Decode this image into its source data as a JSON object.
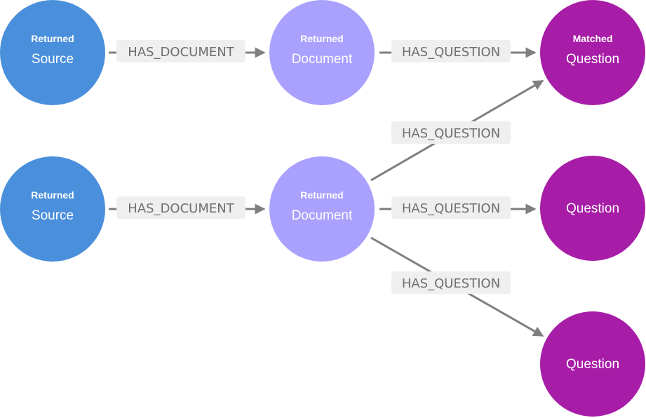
{
  "colors": {
    "source": "#4a8fdb",
    "document": "#a9a1fd",
    "question": "#a71da7",
    "edge": "#7f7f7f",
    "edge_label_bg": "#efefef",
    "edge_label_text": "#6f6f6f"
  },
  "nodes": [
    {
      "id": "source-1",
      "kind": "source",
      "sublabel": "Returned",
      "label": "Source"
    },
    {
      "id": "document-1",
      "kind": "document",
      "sublabel": "Returned",
      "label": "Document"
    },
    {
      "id": "question-1",
      "kind": "question",
      "sublabel": "Matched",
      "label": "Question"
    },
    {
      "id": "source-2",
      "kind": "source",
      "sublabel": "Returned",
      "label": "Source"
    },
    {
      "id": "document-2",
      "kind": "document",
      "sublabel": "Returned",
      "label": "Document"
    },
    {
      "id": "question-2",
      "kind": "question",
      "sublabel": "",
      "label": "Question"
    },
    {
      "id": "question-3",
      "kind": "question",
      "sublabel": "",
      "label": "Question"
    }
  ],
  "edges": [
    {
      "from": "source-1",
      "to": "document-1",
      "label": "HAS_DOCUMENT"
    },
    {
      "from": "document-1",
      "to": "question-1",
      "label": "HAS_QUESTION"
    },
    {
      "from": "source-2",
      "to": "document-2",
      "label": "HAS_DOCUMENT"
    },
    {
      "from": "document-2",
      "to": "question-1",
      "label": "HAS_QUESTION"
    },
    {
      "from": "document-2",
      "to": "question-2",
      "label": "HAS_QUESTION"
    },
    {
      "from": "document-2",
      "to": "question-3",
      "label": "HAS_QUESTION"
    }
  ]
}
